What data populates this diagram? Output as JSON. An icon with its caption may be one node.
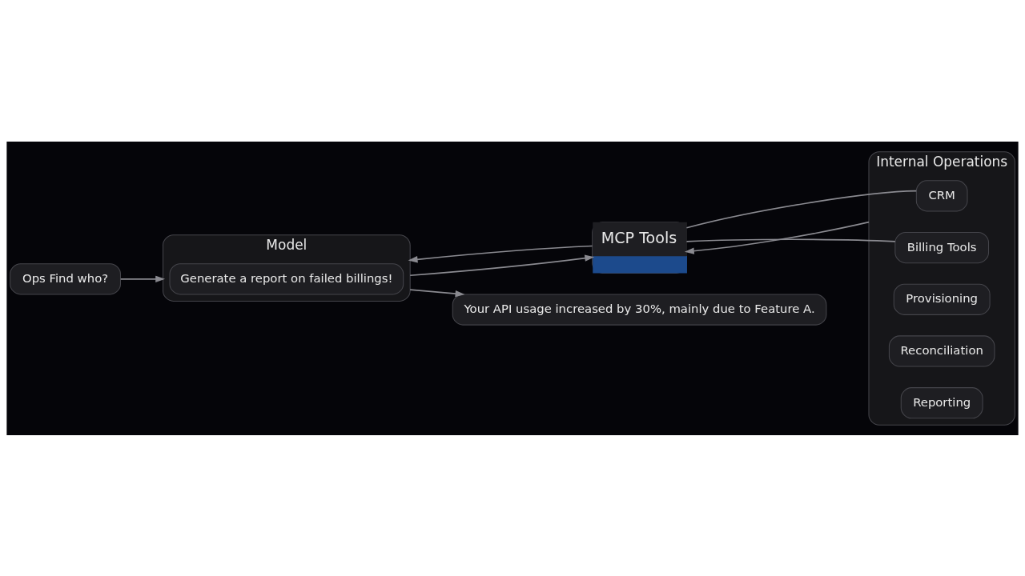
{
  "diagram": {
    "nodes": [
      {
        "text": [
          "Ops Find who?"
        ]
      },
      {
        "text": [
          "Model"
        ]
      },
      {
        "text": [
          "Generate a report on failed billings!"
        ],
        "in": 1
      },
      {
        "text": [
          "MCP Tools"
        ]
      },
      {
        "text": [
          "Your API usage increased by 30%, mainly due to Feature A."
        ]
      },
      {
        "text": [
          "Internal Operations"
        ]
      },
      {
        "text": [
          "CRM"
        ],
        "in": 5
      },
      {
        "text": [
          "Billing Tools"
        ],
        "in": 5
      },
      {
        "text": [
          "Provisioning"
        ],
        "in": 5
      },
      {
        "text": [
          "Reconciliation"
        ],
        "in": 5
      },
      {
        "text": [
          "Reporting"
        ],
        "in": 5
      }
    ],
    "edges": [
      {
        "from": 0,
        "to": 1,
        "arrow": "to"
      },
      {
        "from": 1,
        "to": 3,
        "arrow": "to"
      },
      {
        "from": 3,
        "to": 1,
        "arrow": "to"
      },
      {
        "from": 1,
        "to": 4,
        "arrow": "to"
      },
      {
        "from": 3,
        "to": 6,
        "arrow": "none"
      },
      {
        "from": 5,
        "to": 3,
        "arrow": "to"
      },
      {
        "from": 3,
        "to": 7,
        "arrow": "none"
      }
    ]
  }
}
